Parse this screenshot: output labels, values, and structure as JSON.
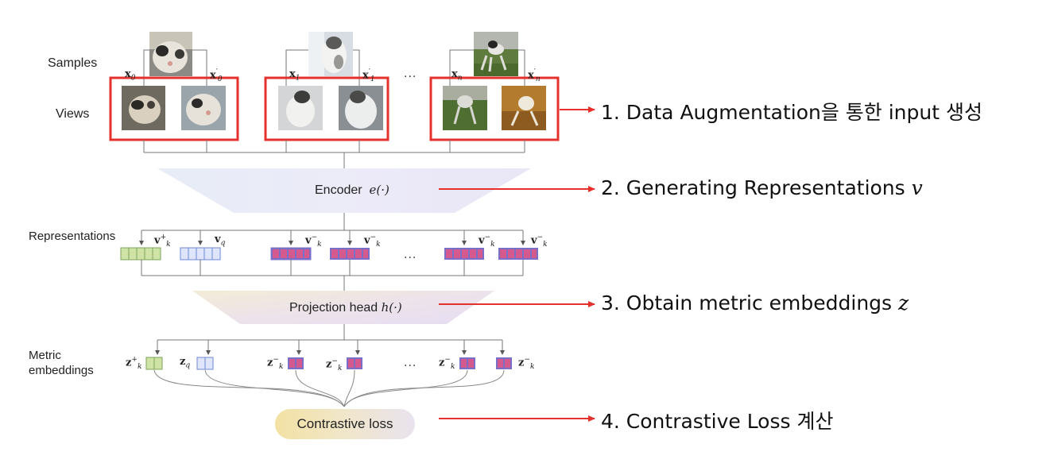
{
  "row_labels": {
    "samples": "Samples",
    "views": "Views",
    "representations": "Representations",
    "metric_line1": "Metric",
    "metric_line2": "embeddings"
  },
  "sample_labels": {
    "x0": "0",
    "x0p": "0",
    "x1": "1",
    "x1p": "1",
    "xn": "n",
    "xnp": "n"
  },
  "encoder": {
    "label": "Encoder",
    "fn": "e(·)"
  },
  "projection": {
    "label": "Projection head",
    "fn": "h(·)"
  },
  "loss": {
    "label": "Contrastive loss"
  },
  "representation_labels": {
    "pos_sub": "k",
    "q_sub": "q",
    "neg_sub": "k"
  },
  "metric_labels": {
    "pos_sub": "k",
    "q_sub": "q",
    "neg_sub": "k"
  },
  "ellipsis": "...",
  "annotations": {
    "a1": "1. Data Augmentation을 통한 input 생성",
    "a2_text": "2. Generating Representations ",
    "a2_var": "v",
    "a3_text": "3. Obtain metric embeddings ",
    "a3_var": "z",
    "a4": "4. Contrastive Loss 계산"
  },
  "colors": {
    "highlight_box": "#e5312c",
    "arrow": "#e5312c",
    "positive_cell_fill": "#cfe3a6",
    "positive_cell_border": "#7fa35a",
    "query_cell_fill": "#dfe6fb",
    "query_cell_border": "#6f87d6",
    "negative_cell_fill": "#d45a8e",
    "negative_cell_border": "#7a6fc8",
    "encoder_fill": "#e9e7f7"
  },
  "icons": {
    "images": [
      "cat-photo-icon",
      "cat-photo-icon",
      "dog-photo-icon"
    ]
  }
}
